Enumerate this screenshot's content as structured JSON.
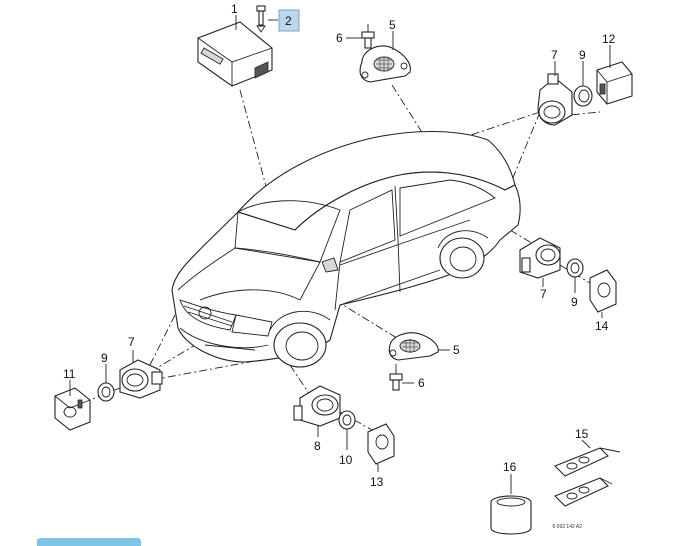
{
  "labels": {
    "p1": "1",
    "p2": "2",
    "p5a": "5",
    "p6a": "6",
    "p7a": "7",
    "p9a": "9",
    "p12": "12",
    "p7b": "7",
    "p9b": "9",
    "p14": "14",
    "p5b": "5",
    "p6b": "6",
    "p7c": "7",
    "p9c": "9",
    "p11": "11",
    "p8": "8",
    "p10": "10",
    "p13": "13",
    "p15": "15",
    "p16": "16"
  },
  "stamp": "6 092 142 A2",
  "colors": {
    "callout": "#bcd6ec",
    "bottom_tab": "#7fc3e6",
    "line": "#222222"
  }
}
